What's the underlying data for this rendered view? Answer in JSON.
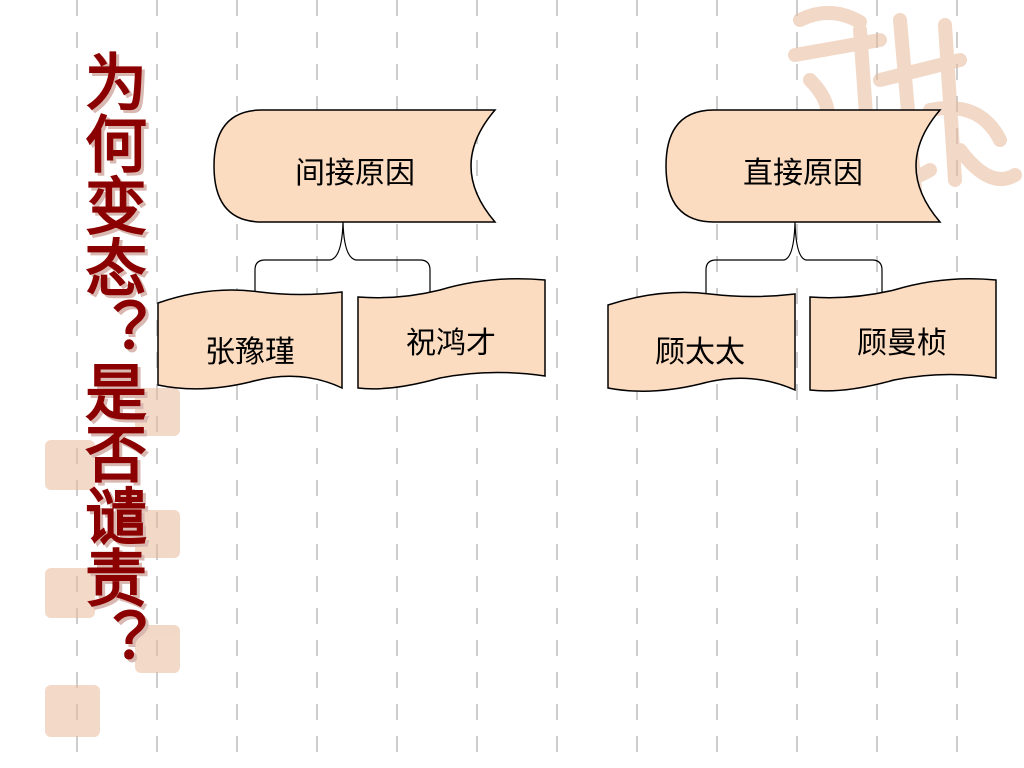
{
  "title": "为何变态？是否谴责？",
  "diagram": {
    "left": {
      "root": "间接原因",
      "children": [
        "张豫瑾",
        "祝鸿才"
      ]
    },
    "right": {
      "root": "直接原因",
      "children": [
        "顾太太",
        "顾曼桢"
      ]
    }
  },
  "colors": {
    "fill": "#fcdcc0",
    "title": "#8b0000",
    "stamp": "#e9b99a"
  }
}
